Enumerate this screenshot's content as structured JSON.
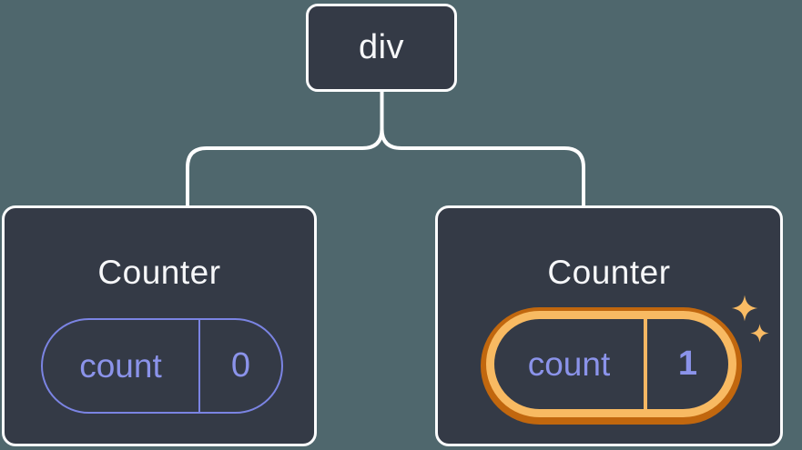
{
  "tree": {
    "root": {
      "label": "div"
    },
    "children": [
      {
        "title": "Counter",
        "state_key": "count",
        "state_value": "0",
        "highlighted": false
      },
      {
        "title": "Counter",
        "state_key": "count",
        "state_value": "1",
        "highlighted": true
      }
    ]
  },
  "colors": {
    "background": "#4f676d",
    "node_fill": "#343a46",
    "node_border": "#fbfcfd",
    "connector": "#ffffff",
    "state_text_purple": "#8b93ea",
    "pill_border_purple": "#7b84e3",
    "highlight_orange_light": "#f8ba62",
    "highlight_orange_dark": "#c1670e",
    "sparkle_orange": "#f9bb64"
  }
}
